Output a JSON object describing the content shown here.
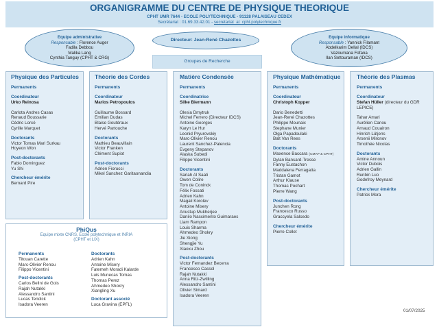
{
  "header": {
    "title": "ORGANIGRAMME DU CENTRE DE PHYSIQUE THEORIQUE",
    "subtitle": "CPHT UMR 7644 - ECOLE POLYTECHNIQUE - 91128 PALAISEAU CEDEX",
    "secretariat_label": "Secrétariat : 01.69.33.42.01 - ",
    "secretariat_email": "secretariat_at_cpht.polytechnique.fr"
  },
  "admin": {
    "title": "Equipe administrative",
    "resp_label": "Responsable",
    "resp_name": " : Florence Auger",
    "members": [
      "Fadila Debbou",
      "Malika Lang",
      "Cynthia Tanguy (CPHT  & CRG)"
    ]
  },
  "director": "Directeur: Jean-René Chazottes",
  "info": {
    "title": "Equipe informatique",
    "resp_label": "Responsable",
    "resp_name": " : Yannick Filamant",
    "members": [
      "Abdelkarim Dellal (IDCS)",
      "Vazoumana Fofana",
      "Ilan Settouraman (IDCS)"
    ]
  },
  "groups_label": "Groupes de Recherche",
  "columns": [
    {
      "title": "Physique des Particules",
      "sections": [
        {
          "heading": "Permanents",
          "entries": []
        },
        {
          "heading": "Coordinateur",
          "bold": [
            "Urko Reinosa"
          ],
          "entries": [
            "",
            "Carlota Andres Casas",
            "Renaud Boussarie",
            "Cédric Lorcé",
            "Cyrille Marquet"
          ]
        },
        {
          "heading": "Doctorants",
          "entries": [
            "Victor Tomas Mari Surkau",
            "Hoyeon Won"
          ]
        },
        {
          "heading": "Post-doctorants",
          "entries": [
            "Fabio Dominguez",
            "Yu Shi"
          ]
        },
        {
          "heading": "Chercheur émérite",
          "entries": [
            "Bernard Pire"
          ]
        }
      ]
    },
    {
      "title": "Théorie des Cordes",
      "sections": [
        {
          "heading": "Permanents",
          "entries": []
        },
        {
          "heading": "Coordinateur",
          "bold": [
            "Marios Petropoulos"
          ],
          "entries": [
            "",
            "Guillaume Bossard",
            "Emilian  Dudas",
            "Blaise Goutéraux",
            "Hervé Partouche"
          ]
        },
        {
          "heading": "Doctorants",
          "entries": [
            "Mathieu Beauvillain",
            "Victor Franken",
            "Clément  Supiot"
          ]
        },
        {
          "heading": "Post-doctorants",
          "entries": [
            "Adrien Fiorucci",
            "Mikel Sanchez Garitaonandia"
          ]
        }
      ]
    },
    {
      "title": "Matière Condensée",
      "sections": [
        {
          "heading": "Permanents",
          "entries": []
        },
        {
          "heading": "Coordinatrice",
          "bold": [
            "Silke Biermann"
          ],
          "entries": [
            "",
            "Olesia Dmytruk",
            "Michel Ferrero (Directeur IDCS)",
            "Antoine Georges",
            "Karyn Le Hur",
            "Leonid Pryurovskiy",
            "Marc-Olivier Renou",
            "Laurent Sanchez-Palencia",
            "Evgeny Stepanov",
            "Alaska Subedi",
            "Filippo Vicentini"
          ]
        },
        {
          "heading": "Doctorants",
          "entries": [
            "Sariah Al Saati",
            "Owen Colire",
            "Tom de Coninck",
            "Félix Fossati",
            "Adrien Kahn",
            "Magali Korolev",
            "Antoine Misery",
            "Anustup Mukherjee",
            "Danilo Nascimento Guimaraes",
            "Liam Rampon",
            "Louis Sharma",
            "Ahmedeo Shokry",
            "Jie Xiong",
            "Shengjie Yu",
            "Xiaoxu Zhou"
          ]
        },
        {
          "heading": "Post-doctorants",
          "entries": [
            "Victor Fernandez Becerra",
            "Francesco Cassol",
            "Rajah Nutakki",
            "Anna Ritz-Zwilling",
            "Alessandro Santini",
            "Olivier Simard",
            "Isadora Veeren"
          ]
        }
      ]
    },
    {
      "title": "Physique Mathématique",
      "sections": [
        {
          "heading": "Permanents",
          "entries": []
        },
        {
          "heading": "Coordinateur",
          "bold": [
            "Christoph Kopper"
          ],
          "entries": [
            "",
            "Dario Benedetti",
            "Jean-René Chazottes",
            "Philippe Mounaix",
            "Stephane Munier",
            "Olga Papadoulaki",
            "Balt Van Rees"
          ]
        },
        {
          "heading": "Doctorants",
          "entries": [
            "Maxence Baccara",
            "Dylan Bansard-Tresse",
            "Fanny Eustachon",
            "Maddalena Ferragatta",
            "Tristan Gamot",
            "Arthur Klause",
            "Thomas Pochart",
            "Pierre Wang"
          ]
        },
        {
          "heading": "Post-doctorants",
          "entries": [
            "Junchen Rong",
            "Francesco Russo",
            "Graccyela Salcedo"
          ]
        },
        {
          "heading": "Chercheur émérite",
          "entries": [
            "Pierre Collet"
          ]
        }
      ]
    },
    {
      "title": "Théorie des Plasmas",
      "sections": [
        {
          "heading": "Permanents",
          "entries": []
        },
        {
          "heading": "Coordinateur",
          "bold": [
            "Stefan Hüller"
          ],
          "bold_suffix": " (directeur du GDR  LEPICE)",
          "entries": [
            "",
            "Tahar Amari",
            "Aurélien Canou",
            "Arnaud Couairon",
            "Hinrich Lütjens",
            "Arsenii Mironov",
            "Timothée  Nicolas"
          ]
        },
        {
          "heading": "Doctorants",
          "entries": [
            "Amine Announ",
            "Victor Dubois",
            "Adrien Gallin",
            "Runbin Luo",
            "Godefroy Meynard"
          ]
        },
        {
          "heading": "Chercheur émérite",
          "entries": [
            "Patrick Mora"
          ]
        }
      ]
    }
  ],
  "maxence_note": "(CMAP & CPHT)",
  "phiqus": {
    "title": "PhiQus",
    "subtitle1": "Equipe mixte CNRS, Ecole polytechnique et INRIA",
    "subtitle2": "(CPHT et LIX)",
    "left": [
      {
        "heading": "Permanents",
        "entries": [
          "Titouan Carette",
          "Marc-Olivier Renou",
          "Filippo Vicentini"
        ]
      },
      {
        "heading": "Post-doctorants",
        "entries": [
          "Carlos Bellni de Gois",
          "Rajah Nutakki",
          "Alessandro Santini",
          "Lucas Tendick",
          "Isadora Veeren"
        ]
      }
    ],
    "right": [
      {
        "heading": "Doctorants",
        "entries": [
          "Adrien Kahn",
          "Antoine Misery",
          "Fatemeh Moradi Kalarde",
          "Luis Munecas Tomas",
          "Thomas Perez",
          "Ahmedeo Shokry",
          "Xiangling Xu"
        ]
      },
      {
        "heading": "Doctorant associé",
        "entries": [
          "Luca Gravina (EPFL)"
        ]
      }
    ]
  },
  "date": "01/07/2025"
}
